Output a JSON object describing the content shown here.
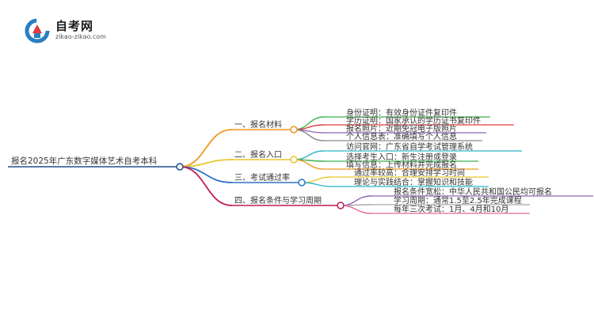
{
  "logo": {
    "title": "自考网",
    "url": "zikao-zikao.com",
    "colors": {
      "blue": "#2a7fc1",
      "red": "#e0393e"
    }
  },
  "mindmap": {
    "root": "报名2025年广东数字媒体艺术自考本科",
    "root_color": "#1f4e8c",
    "branches": [
      {
        "label": "一、报名材料",
        "color": "#f0961e",
        "children": [
          {
            "text": "身份证明：有效身份证件复印件",
            "color": "#3bb34a"
          },
          {
            "text": "学历证明：国家承认的学历证书复印件",
            "color": "#e0393e"
          },
          {
            "text": "报名照片：近期免冠电子版照片",
            "color": "#8b63b8"
          },
          {
            "text": "个人信息表：准确填写个人信息",
            "color": "#8a8a8a"
          }
        ]
      },
      {
        "label": "二、报名入口",
        "color": "#e8c62e",
        "children": [
          {
            "text": "访问官网：广东省自学考试管理系统",
            "color": "#2bb6c9"
          },
          {
            "text": "选择考生入口：新生注册或登录",
            "color": "#3bb34a"
          },
          {
            "text": "填写信息：上传材料并完成报名",
            "color": "#f0961e"
          }
        ]
      },
      {
        "label": "三、考试通过率",
        "color": "#2a72c8",
        "children": [
          {
            "text": "通过率较高：合理安排学习时间",
            "color": "#e8c62e"
          },
          {
            "text": "理论与实践结合：掌握知识和技能",
            "color": "#2bb6c9"
          }
        ]
      },
      {
        "label": "四、报名条件与学习周期",
        "color": "#c0185a",
        "children": [
          {
            "text": "报名条件宽松：中华人民共和国公民均可报名",
            "color": "#8b63b8"
          },
          {
            "text": "学习周期：通常1.5至2.5年完成课程",
            "color": "#a8a8a8"
          },
          {
            "text": "每年三次考试：1月、4月和10月",
            "color": "#e66a8a"
          }
        ]
      }
    ]
  }
}
